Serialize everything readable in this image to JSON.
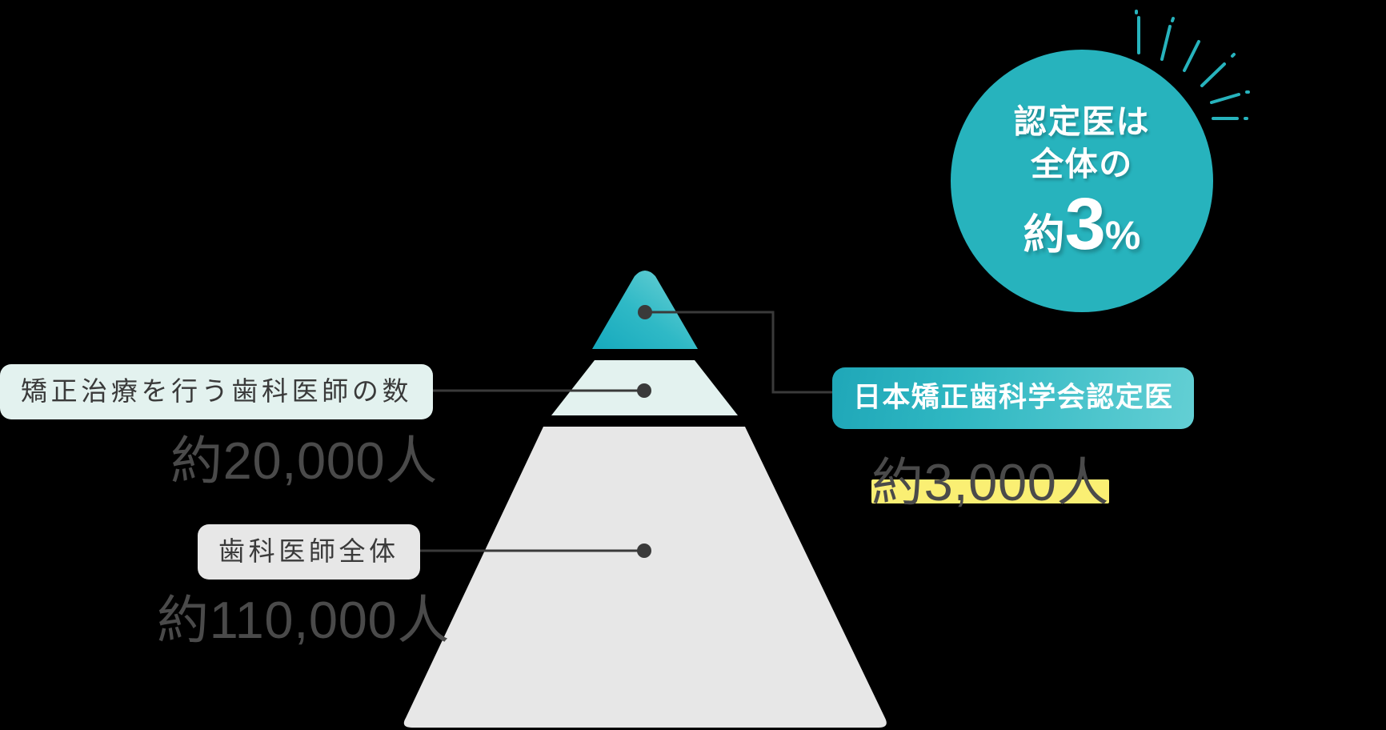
{
  "meta": {
    "background_color": "#000000",
    "accent_teal": "#27b3bd",
    "accent_teal_light": "#63cfd4",
    "highlight_yellow": "#faef73",
    "tier_mint": "#e3f2ef",
    "tier_gray": "#e7e7e7",
    "text_gray": "#4a4a4a",
    "connector_color": "#3a3a3a"
  },
  "badge": {
    "line1": "認定医は",
    "line2": "全体の",
    "prefix": "約",
    "value": "3",
    "unit": "%",
    "fill_color": "#27b3bd",
    "icon_sparkle": "sparkle-burst"
  },
  "pyramid": {
    "tiers": [
      {
        "id": "top",
        "name": "日本矯正歯科学会認定医",
        "count_label": "約3,000人",
        "count_value": 3000,
        "fill": "gradient-teal",
        "side": "right"
      },
      {
        "id": "middle",
        "name": "矯正治療を行う歯科医師の数",
        "count_label": "約20,000人",
        "count_value": 20000,
        "fill": "#e3f2ef",
        "side": "left"
      },
      {
        "id": "bottom",
        "name": "歯科医師全体",
        "count_label": "約110,000人",
        "count_value": 110000,
        "fill": "#e7e7e7",
        "side": "left"
      }
    ]
  },
  "labels": {
    "middle_pill": "矯正治療を行う歯科医師の数",
    "middle_number": "約20,000人",
    "bottom_pill": "歯科医師全体",
    "bottom_number": "約110,000人",
    "top_pill": "日本矯正歯科学会認定医",
    "top_number": "約3,000人"
  },
  "chart_data": {
    "type": "pyramid",
    "title": "認定医は全体の約3%",
    "categories": [
      "日本矯正歯科学会認定医",
      "矯正治療を行う歯科医師の数",
      "歯科医師全体"
    ],
    "values": [
      3000,
      20000,
      110000
    ],
    "value_labels": [
      "約3,000人",
      "約20,000人",
      "約110,000人"
    ],
    "unit": "人",
    "annotations": [
      "認定医は全体の約3%"
    ],
    "legend": "none",
    "grid": false
  }
}
